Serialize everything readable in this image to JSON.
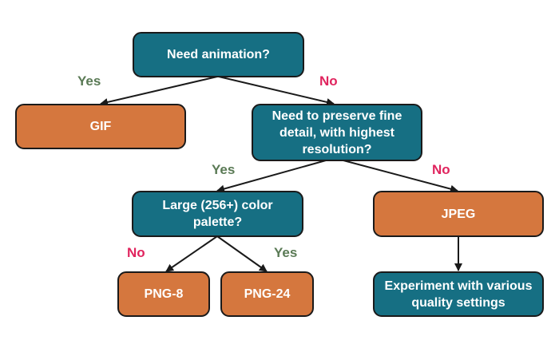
{
  "colors": {
    "question_fill": "#166f83",
    "answer_fill": "#d5773e",
    "yes_label": "#5a7a55",
    "no_label": "#e0245e",
    "line": "#1a1a1a"
  },
  "nodes": {
    "need_animation": "Need animation?",
    "gif": "GIF",
    "fine_detail": "Need to preserve fine detail, with highest resolution?",
    "large_palette": "Large (256+) color palette?",
    "jpeg": "JPEG",
    "png8": "PNG-8",
    "png24": "PNG-24",
    "experiment": "Experiment with various quality settings"
  },
  "edge_labels": {
    "animation_yes": "Yes",
    "animation_no": "No",
    "detail_yes": "Yes",
    "detail_no": "No",
    "palette_no": "No",
    "palette_yes": "Yes"
  }
}
